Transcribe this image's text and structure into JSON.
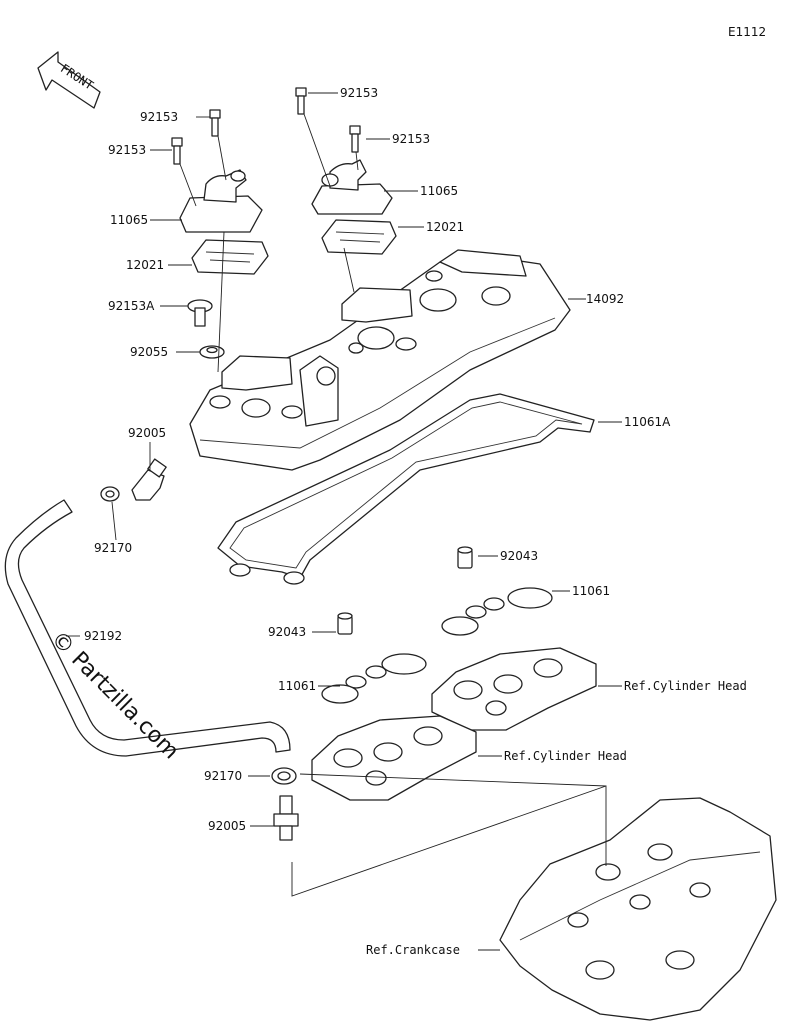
{
  "diagram_code": "E1112",
  "front_label": "FRONT",
  "watermark": "© Partzilla.com",
  "labels": {
    "p92153_top": "92153",
    "p92153_left_a": "92153",
    "p92153_left_b": "92153",
    "p92153_right": "92153",
    "p11065_left": "11065",
    "p11065_right": "11065",
    "p12021_left": "12021",
    "p12021_right": "12021",
    "p92153A": "92153A",
    "p14092": "14092",
    "p92055": "92055",
    "p92005_upper": "92005",
    "p11061A": "11061A",
    "p92170_upper": "92170",
    "p92043_right": "92043",
    "p11061_right": "11061",
    "p92192": "92192",
    "p92043_left": "92043",
    "p11061_left": "11061",
    "ref_cyl_head_right": "Ref.Cylinder Head",
    "ref_cyl_head_left": "Ref.Cylinder Head",
    "p92170_lower": "92170",
    "p92005_lower": "92005",
    "ref_crankcase": "Ref.Crankcase"
  }
}
